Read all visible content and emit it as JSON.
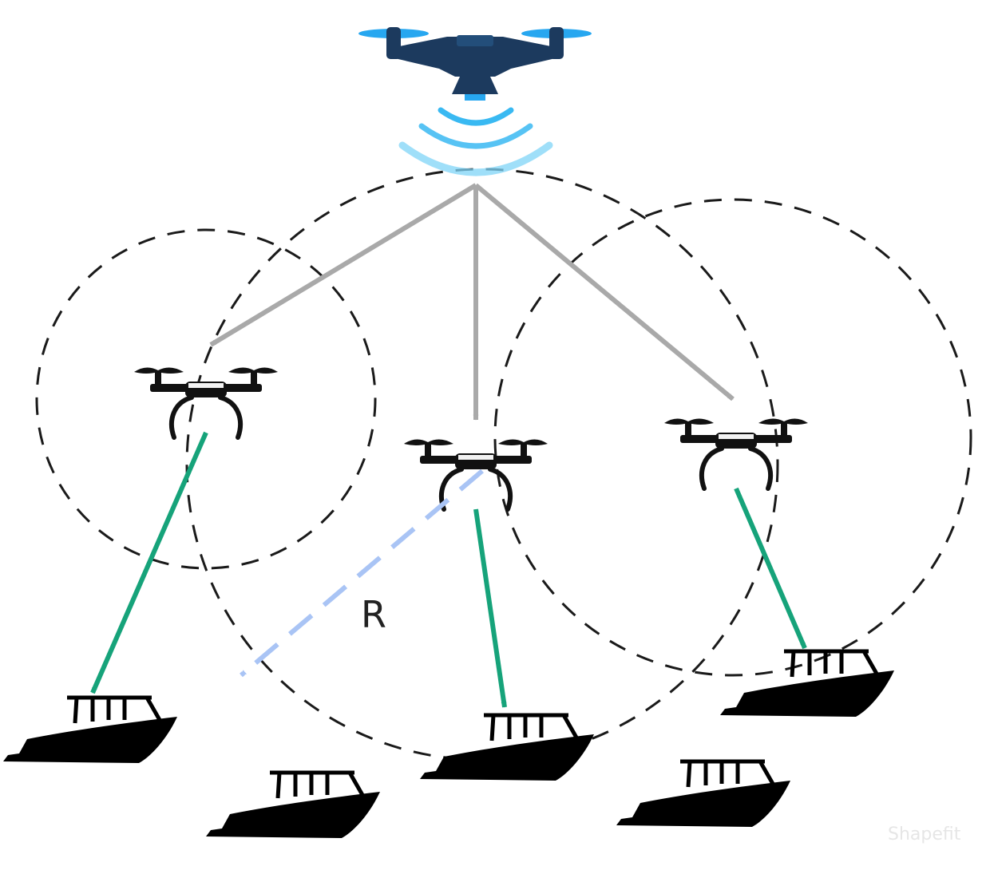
{
  "diagram": {
    "range_label": "R",
    "watermark": "Shapefit"
  },
  "colors": {
    "command_drone": "#1c3a5e",
    "propeller": "#27a7f0",
    "signal": "#39b9f2",
    "dispatch_arrow": "#a9a9a9",
    "target_arrow": "#16a37a",
    "range_indicator": "#a9c4f5",
    "coverage_circle": "#1a1a1a",
    "small_drone": "#111111",
    "boat": "#000000"
  },
  "icons": {
    "command_drone": "quadcopter-icon",
    "small_drones": "quadcopter-icon",
    "boats": "boat-icon",
    "signal": "wifi-signal-icon"
  },
  "counts": {
    "small_drones": 3,
    "boats": 5
  }
}
